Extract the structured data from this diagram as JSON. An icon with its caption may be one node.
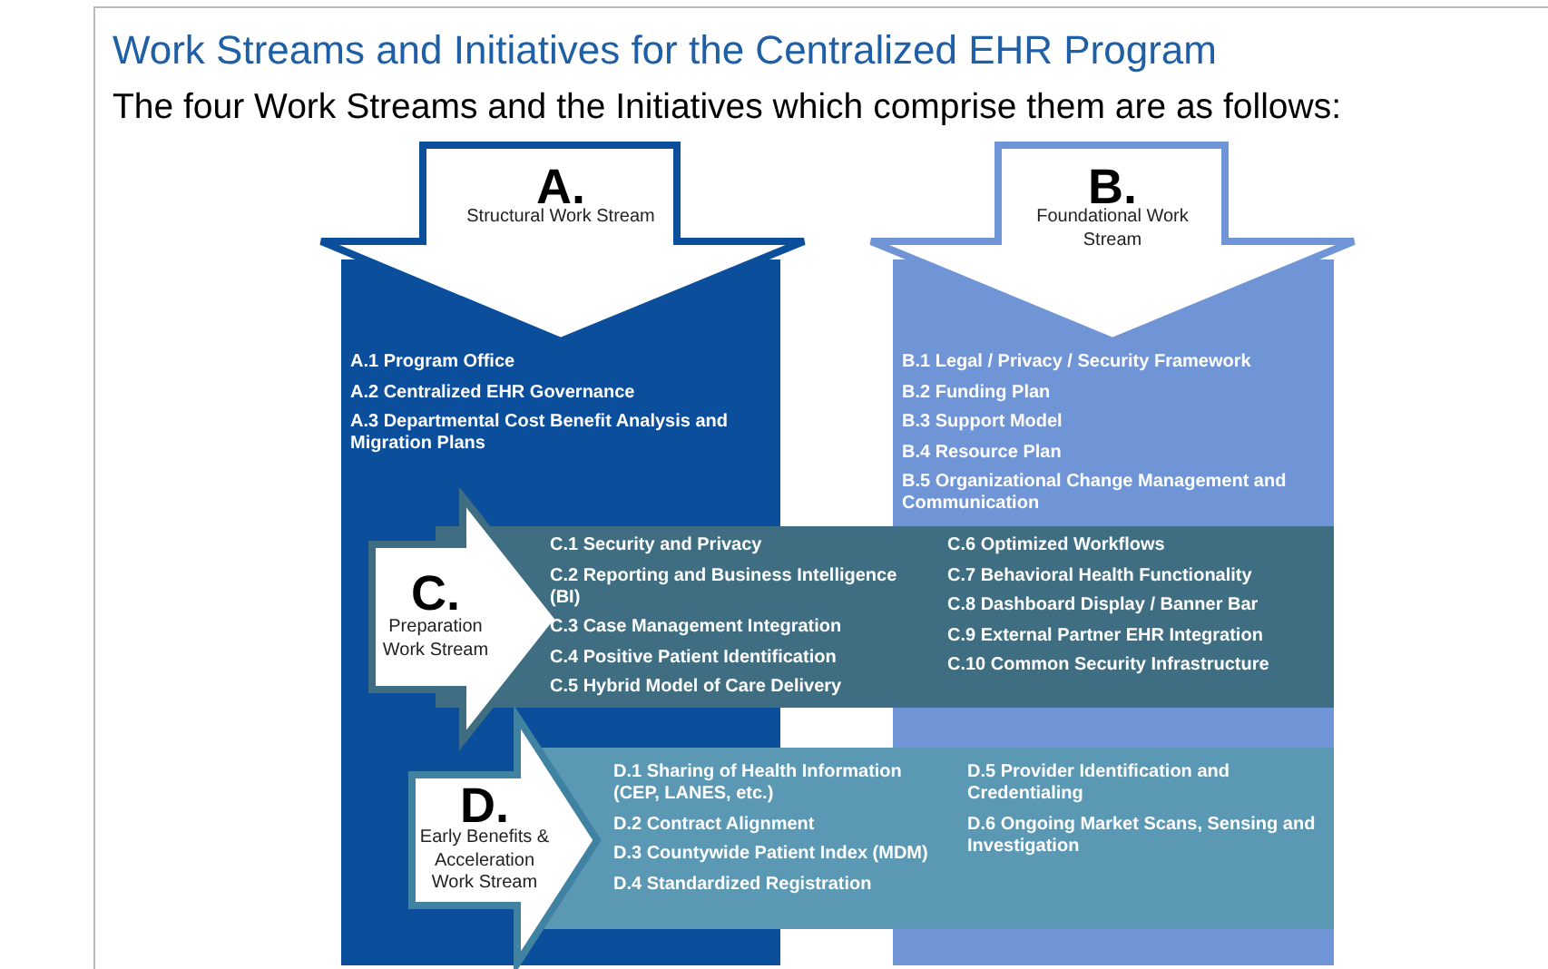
{
  "diagram": {
    "title": "Work Streams and Initiatives for the Centralized EHR Program",
    "nodes": [
      {
        "text": [
          "A.",
          "Structural Work Stream",
          "A.1 Program Office",
          "A.2 Centralized EHR Governance",
          "A.3 Departmental Cost Benefit Analysis and Migration Plans"
        ]
      },
      {
        "text": [
          "B.",
          "Foundational Work Stream",
          "B.1 Legal / Privacy / Security Framework",
          "B.2 Funding Plan",
          "B.3 Support Model",
          "B.4 Resource Plan",
          "B.5 Organizational Change Management and Communication"
        ]
      },
      {
        "text": [
          "C.",
          "Preparation Work Stream",
          "C.1 Security and Privacy",
          "C.2 Reporting and Business Intelligence (BI)",
          "C.3 Case Management Integration",
          "C.4 Positive Patient Identification",
          "C.5 Hybrid Model of Care Delivery",
          "C.6 Optimized Workflows",
          "C.7 Behavioral Health Functionality",
          "C.8 Dashboard Display / Banner Bar",
          "C.9 External Partner EHR Integration",
          "C.10 Common Security Infrastructure"
        ]
      },
      {
        "text": [
          "D.",
          "Early Benefits & Acceleration Work Stream",
          "D.1 Sharing of Health Information (CEP, LANES, etc.)",
          "D.2 Contract Alignment",
          "D.3 Countywide Patient Index (MDM)",
          "D.4 Standardized Registration",
          "D.5 Provider Identification and Credentialing",
          "D.6 Ongoing Market Scans, Sensing and Investigation"
        ]
      }
    ],
    "labels": [
      "The four Work Streams and the Initiatives which comprise them are as follows:"
    ]
  }
}
